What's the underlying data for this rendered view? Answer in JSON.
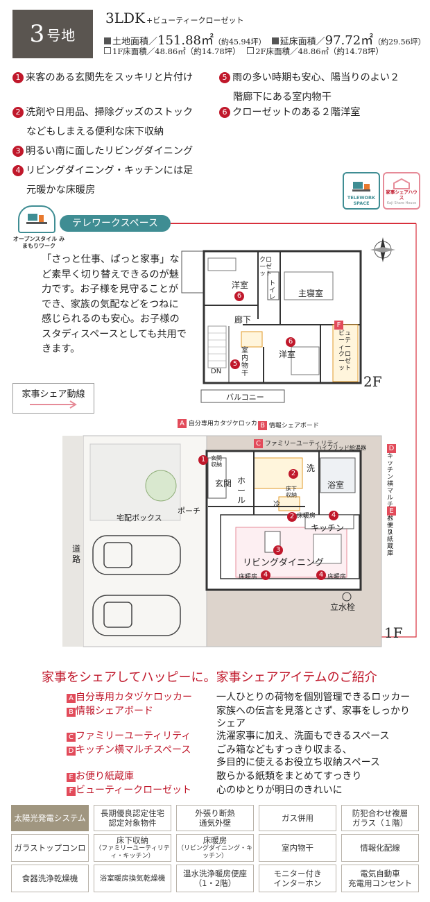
{
  "header": {
    "lot": "3",
    "lot_suffix": "号地",
    "plan_type": "3LDK",
    "plan_suffix": "+ビューティークローゼット",
    "land_label": "土地面積／",
    "land_area": "151.88㎡",
    "land_tsubo": "（約45.94坪）",
    "floor_label": "延床面積／",
    "floor_area": "97.72㎡",
    "floor_tsubo": "（約29.56坪）",
    "f1_label": "1F床面積／48.86㎡（約14.78坪）",
    "f2_label": "2F床面積／48.86㎡（約14.78坪）"
  },
  "features": [
    {
      "num": "1",
      "text": "来客のある玄関先をスッキリと片付け"
    },
    {
      "num": "2",
      "text": "洗剤や日用品、掃除グッズのストック",
      "cont": "などもしまえる便利な床下収納"
    },
    {
      "num": "3",
      "text": "明るい南に面したリビングダイニング"
    },
    {
      "num": "4",
      "text": "リビングダイニング・キッチンには足",
      "cont": "元暖かな床暖房"
    },
    {
      "num": "5",
      "text": "雨の多い時期も安心、陽当りのよい２",
      "cont": "階廊下にある室内物干"
    },
    {
      "num": "6",
      "text": "クローゼットのある２階洋室"
    }
  ],
  "badges": {
    "telework": "TELEWORK SPACE",
    "share_house": "家事シェアハウス",
    "share_house_sub": "Kaji Share House",
    "mimamori": "オープンスタイル みまもりワーク"
  },
  "telework": {
    "title": "テレワークスペース",
    "text": "「さっと仕事、ぱっと家事」など素早く切り替えできるのが魅力です。お子様を見守ることができ、家族の気配などをつねに感じられるのも安心。お子様のスタディスペースとしても共用できます。"
  },
  "plan": {
    "flow_label": "家事シェア動線",
    "floor2": "2F",
    "floor1": "1F",
    "room_western_a": "洋室",
    "room_master": "主寝室",
    "room_closet": "クローゼット",
    "room_hall2": "廊下",
    "room_toilet": "トイレ",
    "room_western_b": "洋室",
    "room_drying": "室内物干",
    "room_beauty": "ビューティークローゼット",
    "room_balcony": "バルコニー",
    "room_dn": "DN",
    "room_entrance": "玄関",
    "room_entrance_storage": "玄関収納",
    "room_hall1": "ホール",
    "room_porch": "ポーチ",
    "room_wash": "洗",
    "room_bath": "浴室",
    "room_reizo": "冷",
    "room_underfloor": "床下収納",
    "room_kitchen": "キッチン",
    "room_living": "リビングダイニング",
    "floor_heat": "床暖房",
    "delivery_box": "宅配ボックス",
    "road": "道路",
    "hydrant": "立水栓",
    "hybrid_heater": "ハイブリッド給湯器",
    "label_a": "自分専用カタヅケロッカー",
    "label_b": "情報シェアボード",
    "label_c": "ファミリーユーティリティ",
    "label_d": "キッチン横マルチスペース",
    "label_e": "お便り紙蔵庫"
  },
  "share": {
    "heading": "家事をシェアしてハッピーに。家事シェアアイテムのご紹介",
    "items": [
      {
        "letter": "A",
        "name": "自分専用カタヅケロッカー",
        "desc": "一人ひとりの荷物を個別管理できるロッカー"
      },
      {
        "letter": "B",
        "name": "情報シェアボード",
        "desc": "家族への伝言を見落とさず、家事をしっかり",
        "cont": "シェア"
      },
      {
        "letter": "C",
        "name": "ファミリーユーティリティ",
        "desc": "洗濯家事に加え、洗面もできるスペース"
      },
      {
        "letter": "D",
        "name": "キッチン横マルチスペース",
        "desc": "ごみ箱などもすっきり収まる、",
        "cont": "多目的に使えるお役立ち収納スペース"
      },
      {
        "letter": "E",
        "name": "お便り紙蔵庫",
        "desc": "散らかる紙類をまとめてすっきり"
      },
      {
        "letter": "F",
        "name": "ビューティークローゼット",
        "desc": "心のゆとりが明日のきれいに"
      }
    ]
  },
  "specs": [
    {
      "text": "太陽光発電システム",
      "on": true
    },
    {
      "text": "長期優良認定住宅",
      "text2": "認定対象物件"
    },
    {
      "text": "外張り断熱",
      "text2": "通気外壁"
    },
    {
      "text": "ガス併用"
    },
    {
      "text": "防犯合わせ複層",
      "text2": "ガラス（１階）"
    },
    {
      "text": "ガラストップコンロ"
    },
    {
      "text": "床下収納",
      "small": "（ファミリーユーティリティ・キッチン）"
    },
    {
      "text": "床暖房",
      "small": "（リビングダイニング・キッチン）"
    },
    {
      "text": "室内物干"
    },
    {
      "text": "情報化配線"
    },
    {
      "text": "食器洗浄乾燥機"
    },
    {
      "text": "浴室暖房換気乾燥機"
    },
    {
      "text": "温水洗浄暖房便座",
      "text2": "（1・2階）"
    },
    {
      "text": "モニター付き",
      "text2": "インターホン"
    },
    {
      "text": "電気自動車",
      "text2": "充電用コンセント"
    }
  ],
  "colors": {
    "accent_red": "#c0182b",
    "teal": "#3f8d93",
    "badge_gray": "#5a5550",
    "spec_on": "#a09680"
  }
}
